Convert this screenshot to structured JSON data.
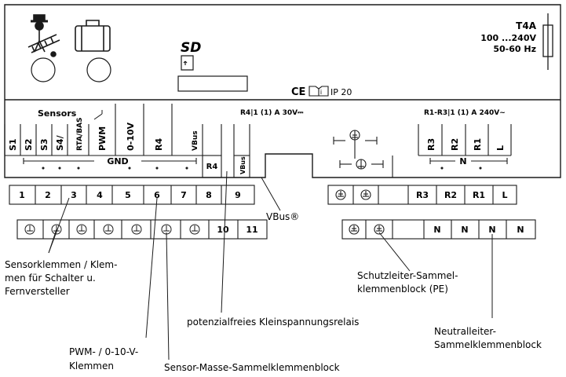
{
  "header": {
    "sd": "SD",
    "fuse": "T4A",
    "voltage": "100 ...240V",
    "frequency": "50-60 Hz",
    "ip": "IP 20",
    "ce": "CE",
    "info": "i"
  },
  "upper_labels": {
    "sensors": "Sensors",
    "rta_bas": "RTA/BAS",
    "pwm": "PWM",
    "v010": "0-10V",
    "relay4": "R4|1 (1) A 30V⎓",
    "relays": "R1-R3|1 (1) A 240V~"
  },
  "upper_terminals": [
    "S1",
    "S2",
    "S3",
    "S4/",
    "RTA/BAS",
    "PWM",
    "0-10V",
    "R4",
    "VBus"
  ],
  "right_upper_terminals": [
    "R3",
    "R2",
    "R1",
    "L"
  ],
  "gnd": "GND",
  "n_bus": "N",
  "inner_r4": "R4",
  "inner_vbus": "VBus",
  "lower_row1": [
    "1",
    "2",
    "3",
    "4",
    "5",
    "6",
    "7",
    "8",
    "9"
  ],
  "lower_row2_nums": [
    "10",
    "11"
  ],
  "right_row1": [
    "R3",
    "R2",
    "R1",
    "L"
  ],
  "right_row2": [
    "N",
    "N",
    "N",
    "N"
  ],
  "callouts": {
    "vbus": "VBus®",
    "sensor_l1": "Sensorklemmen / Klem-",
    "sensor_l2": "men für Schalter u.",
    "sensor_l3": "Fernversteller",
    "pe_l1": "Schutzleiter-Sammel-",
    "pe_l2": "klemmenblock (PE)",
    "relay_lv": "potenzialfreies Kleinspannungsrelais",
    "neutral_l1": "Neutralleiter-",
    "neutral_l2": "Sammelklemmenblock",
    "pwm_l1": "PWM- / 0-10-V-",
    "pwm_l2": "Klemmen",
    "ground_block": "Sensor-Masse-Sammelklemmenblock"
  }
}
